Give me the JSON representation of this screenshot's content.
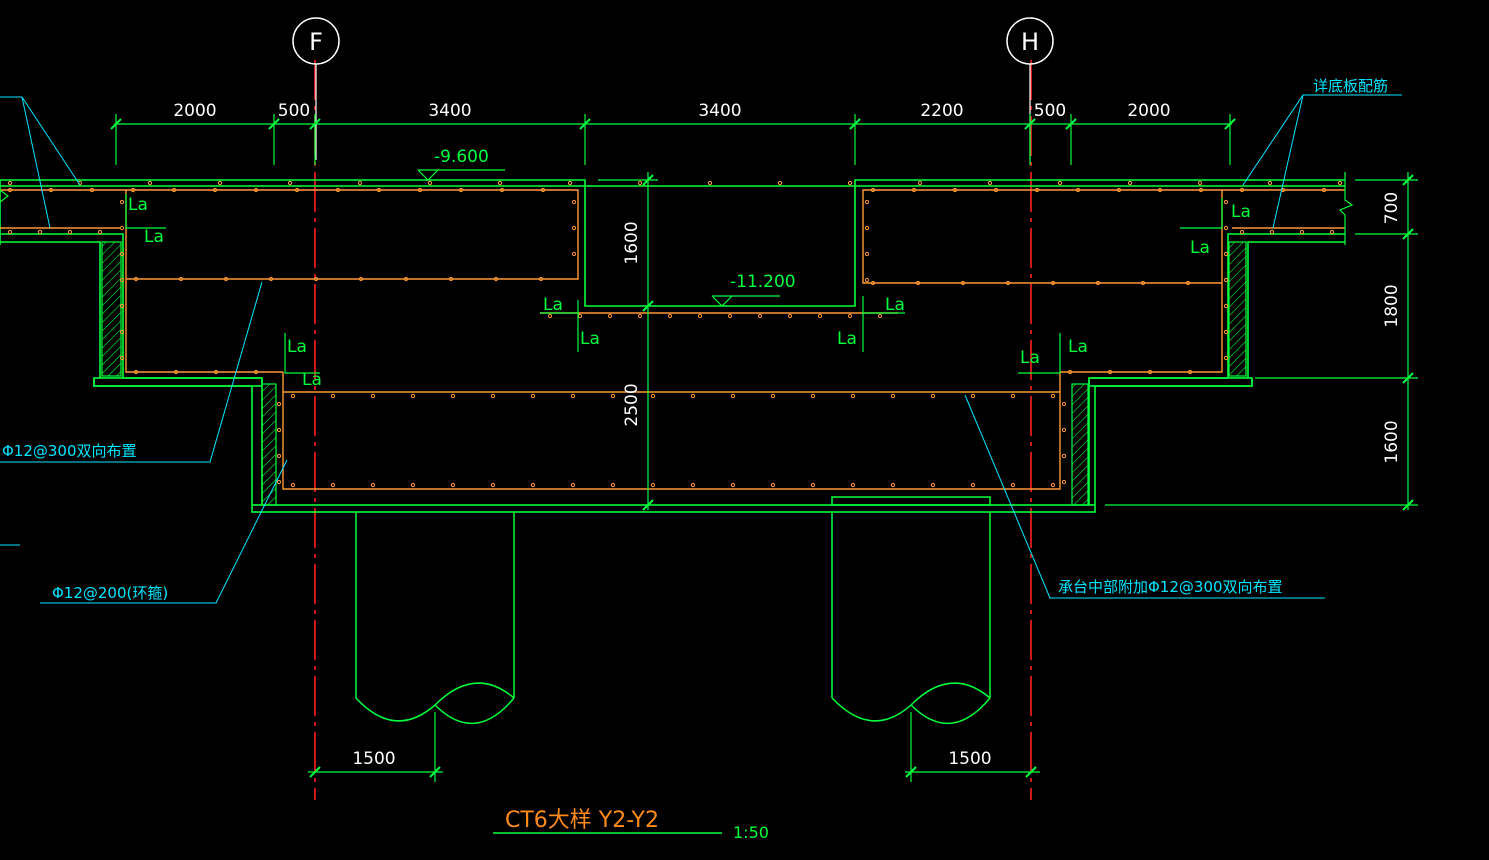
{
  "axes": {
    "left": "F",
    "right": "H"
  },
  "top_dims": [
    "2000",
    "500",
    "3400",
    "3400",
    "2200",
    "500",
    "2000"
  ],
  "right_dims": [
    "700",
    "1800",
    "1600"
  ],
  "inner_dims": {
    "pit_depth": "1600",
    "cap_height": "2500"
  },
  "bottom_dims": {
    "left": "1500",
    "right": "1500"
  },
  "elevations": {
    "top": "-9.600",
    "pit": "-11.200"
  },
  "la_label": "La",
  "notes": {
    "top_right": "详底板配筋",
    "left_mid": "Φ12@300双向布置",
    "left_bottom": "Φ12@200(环箍)",
    "right_bottom": "承台中部附加Φ12@300双向布置"
  },
  "title": "CT6大样 Y2-Y2",
  "scale": "1:50",
  "colors": {
    "background": "#000000",
    "concrete": "#00ff3c",
    "rebar": "#ff9933",
    "axis": "#ff2020",
    "leader": "#00e5ff",
    "text": "#ffffff"
  }
}
